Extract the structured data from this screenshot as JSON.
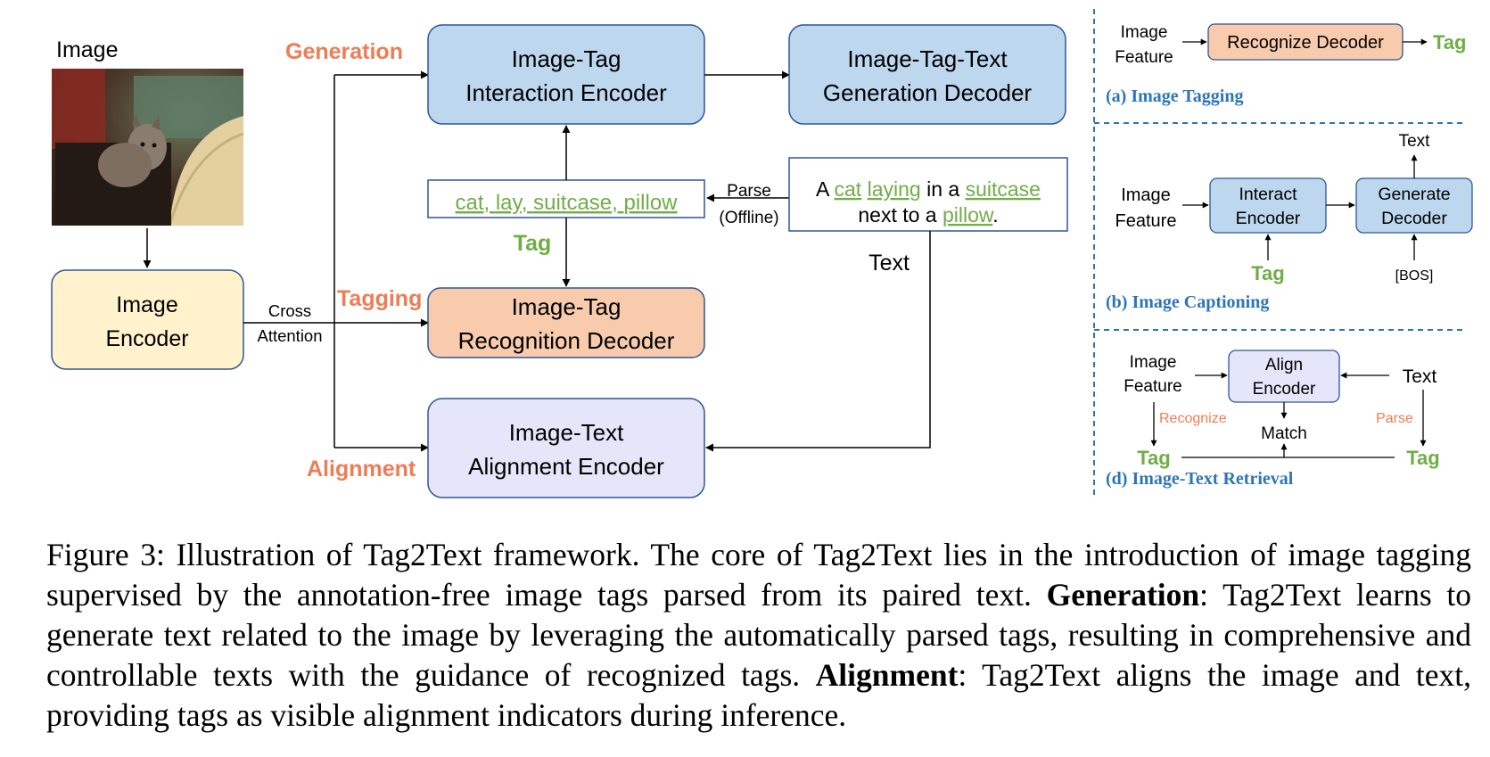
{
  "left": {
    "image_label": "Image",
    "image_encoder": [
      "Image",
      "Encoder"
    ],
    "cross_attention": [
      "Cross",
      "Attention"
    ],
    "generation_label": "Generation",
    "tagging_label": "Tagging",
    "alignment_label": "Alignment",
    "interaction_encoder": [
      "Image-Tag",
      "Interaction Encoder"
    ],
    "generation_decoder": [
      "Image-Tag-Text",
      "Generation Decoder"
    ],
    "recognition_decoder": [
      "Image-Tag",
      "Recognition Decoder"
    ],
    "alignment_encoder": [
      "Image-Text",
      "Alignment Encoder"
    ],
    "tags": [
      "cat",
      "lay",
      "suitcase",
      "pillow"
    ],
    "tag_label": "Tag",
    "parse_label": [
      "Parse",
      "(Offline)"
    ],
    "text_label": "Text",
    "sentence": {
      "line1": [
        [
          "A ",
          false
        ],
        [
          "cat",
          true
        ],
        [
          " ",
          false
        ],
        [
          "laying",
          true
        ],
        [
          " in a ",
          false
        ],
        [
          "suitcase",
          true
        ]
      ],
      "line2": [
        [
          "next to a ",
          false
        ],
        [
          "pillow",
          true
        ],
        [
          ".",
          false
        ]
      ]
    }
  },
  "panel_a": {
    "input": [
      "Image",
      "Feature"
    ],
    "box": "Recognize Decoder",
    "output": "Tag",
    "title": "(a) Image Tagging"
  },
  "panel_b": {
    "input": [
      "Image",
      "Feature"
    ],
    "box1": [
      "Interact",
      "Encoder"
    ],
    "box2": [
      "Generate",
      "Decoder"
    ],
    "tag": "Tag",
    "text": "Text",
    "bos": "[BOS]",
    "title": "(b) Image Captioning"
  },
  "panel_d": {
    "input": [
      "Image",
      "Feature"
    ],
    "box": [
      "Align",
      "Encoder"
    ],
    "text": "Text",
    "recognize": "Recognize",
    "parse": "Parse",
    "match": "Match",
    "tag_left": "Tag",
    "tag_right": "Tag",
    "title": "(d) Image-Text Retrieval"
  },
  "caption": [
    [
      "Figure 3: Illustration of Tag2Text framework. The core of Tag2Text lies in the introduction of image tagging supervised by the annotation-free image tags parsed from its paired text. ",
      false
    ],
    [
      "Generation",
      true
    ],
    [
      ": Tag2Text learns to generate text related to the image by leveraging the automatically parsed tags, resulting in comprehensive and controllable texts with the guidance of recognized tags. ",
      false
    ],
    [
      "Alignment",
      true
    ],
    [
      ": Tag2Text aligns the image and text, providing tags as visible alignment indicators during inference.",
      false
    ]
  ],
  "colors": {
    "blue_fill": "#bdd7ee",
    "blue_stroke": "#2f5597",
    "orange_fill": "#f8cbad",
    "yellow_fill": "#fff2cc",
    "lavender_fill": "#e6e6fa",
    "tag_green": "#70ad47",
    "label_orange": "#ed7d55",
    "title_blue": "#2e75b6",
    "divider": "#2e75b6"
  }
}
